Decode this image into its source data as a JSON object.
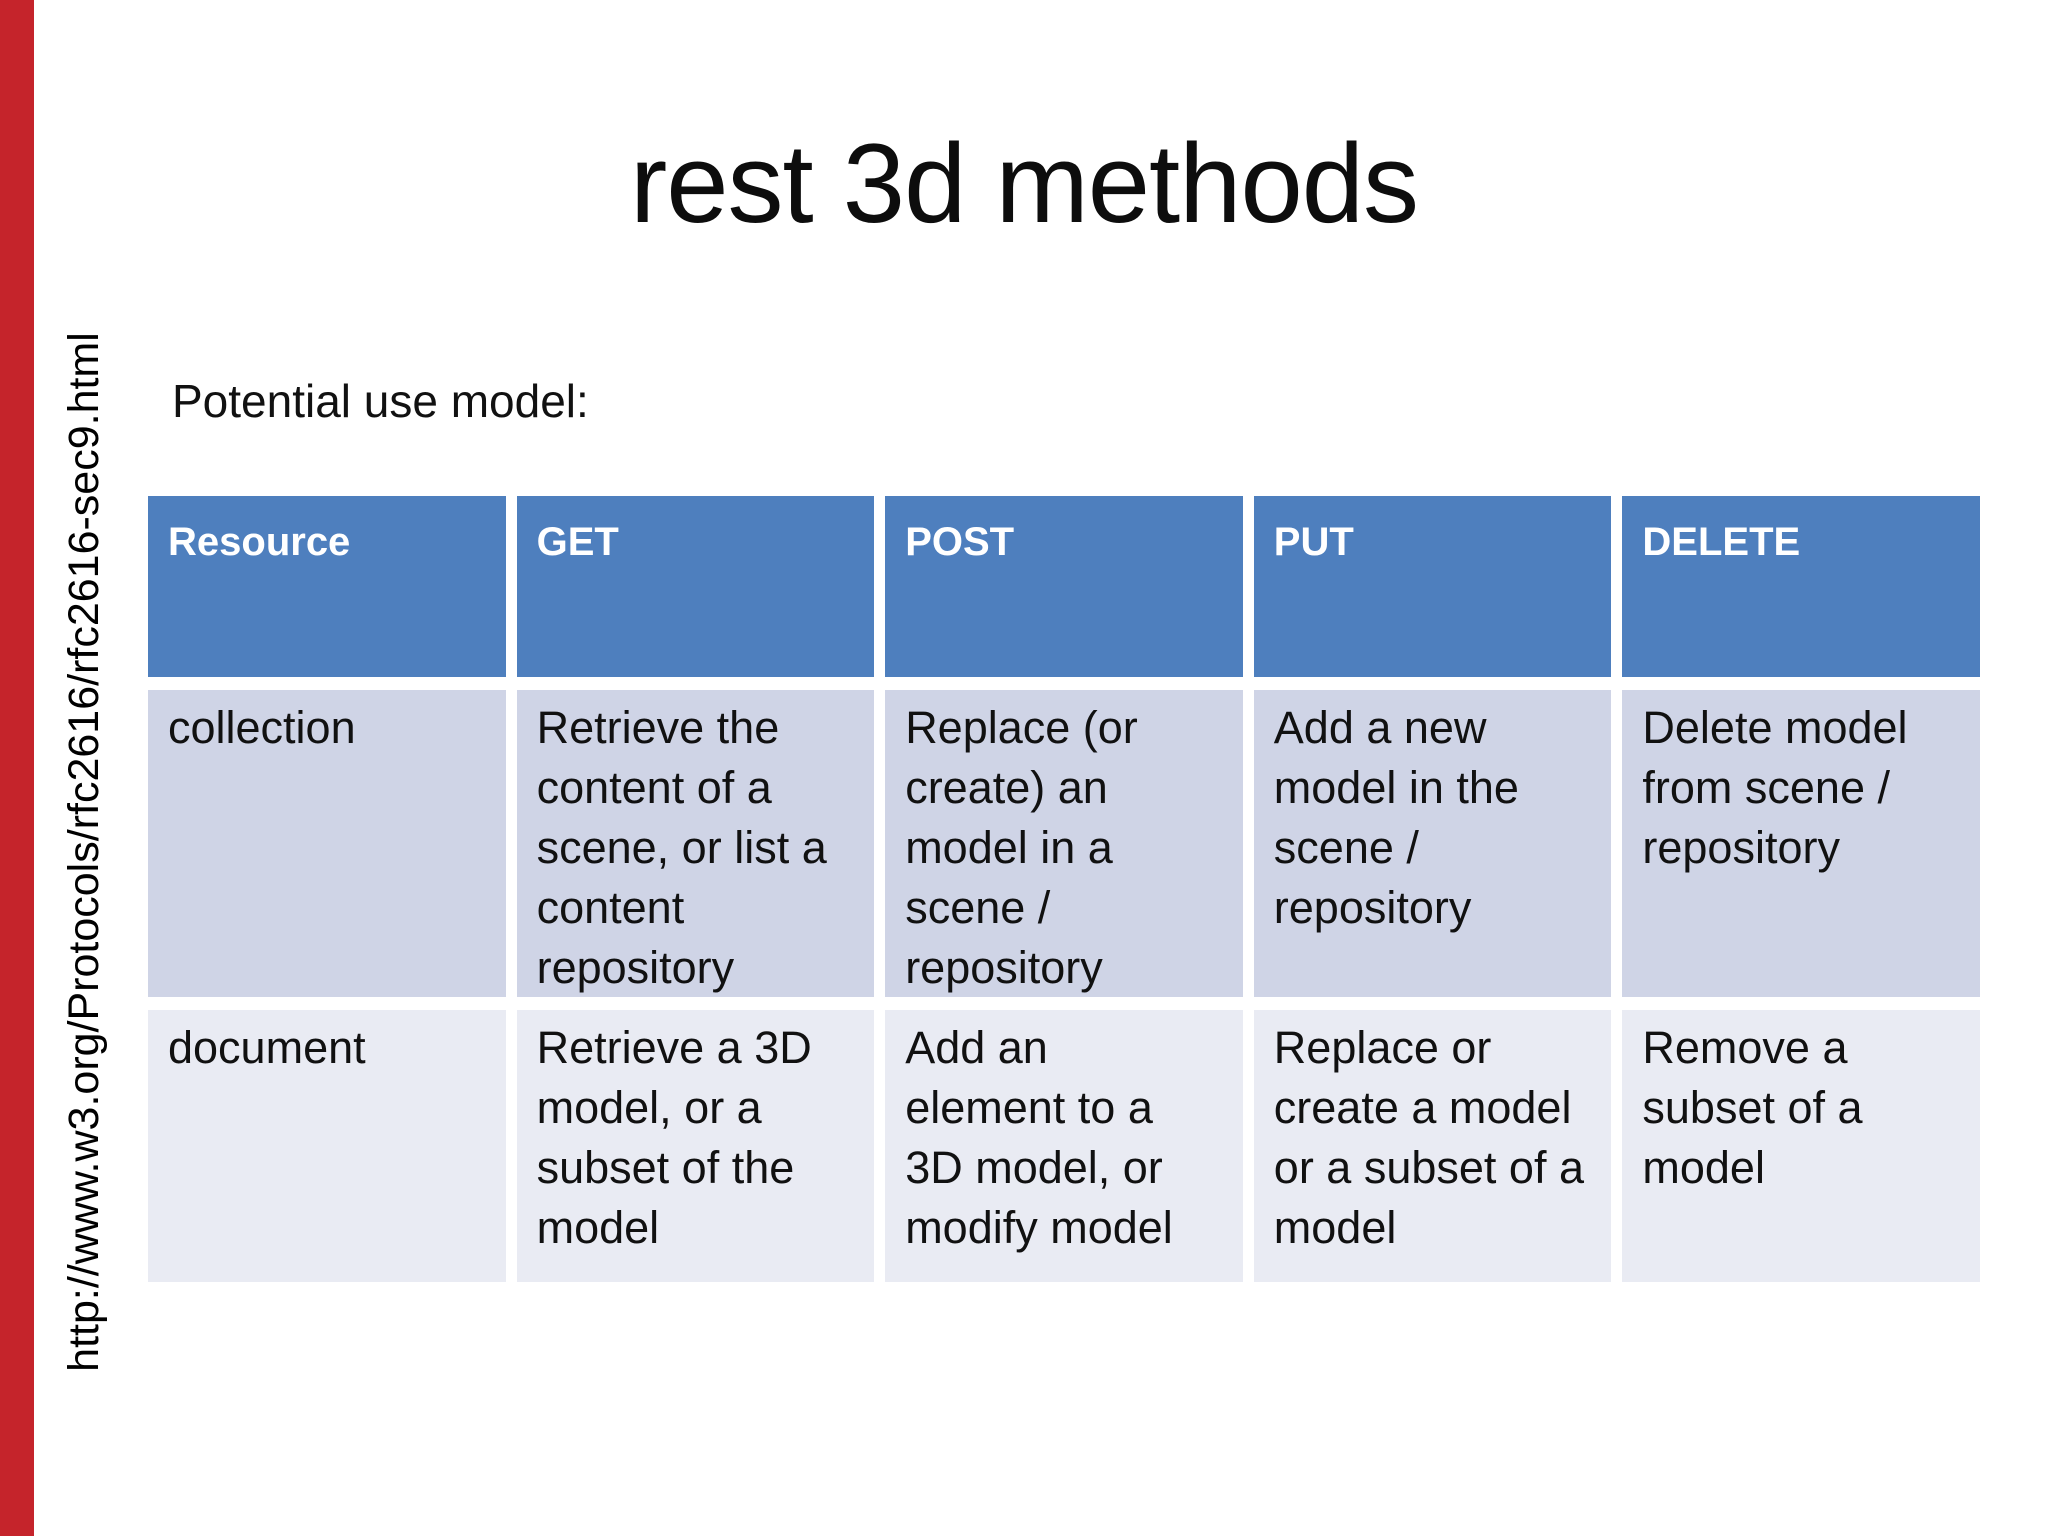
{
  "slide": {
    "title": "rest 3d methods",
    "subtitle": "Potential use model:",
    "side_url": "http://www.w3.org/Protocols/rfc2616/rfc2616-sec9.html",
    "accent_bar_color": "#c5242b"
  },
  "table": {
    "style": {
      "header_bg": "#4e7fbe",
      "row_band_dark": "#cfd4e6",
      "row_band_light": "#e9ebf3",
      "header_text_color": "#ffffff"
    },
    "columns": [
      "Resource",
      "GET",
      "POST",
      "PUT",
      "DELETE"
    ],
    "rows": [
      [
        "collection",
        "Retrieve the\ncontent of a\nscene, or list a\ncontent\nrepository",
        "Replace (or\ncreate) an\nmodel in a\nscene /\nrepository",
        "Add a new\nmodel in the\nscene /\nrepository",
        "Delete model\nfrom scene /\nrepository"
      ],
      [
        "document",
        "Retrieve a 3D\nmodel, or a\nsubset of the\nmodel",
        "Add an\nelement to a\n3D model, or\nmodify model",
        "Replace or\ncreate a model\nor a subset of a\nmodel",
        "Remove a\nsubset of a\nmodel"
      ]
    ]
  }
}
